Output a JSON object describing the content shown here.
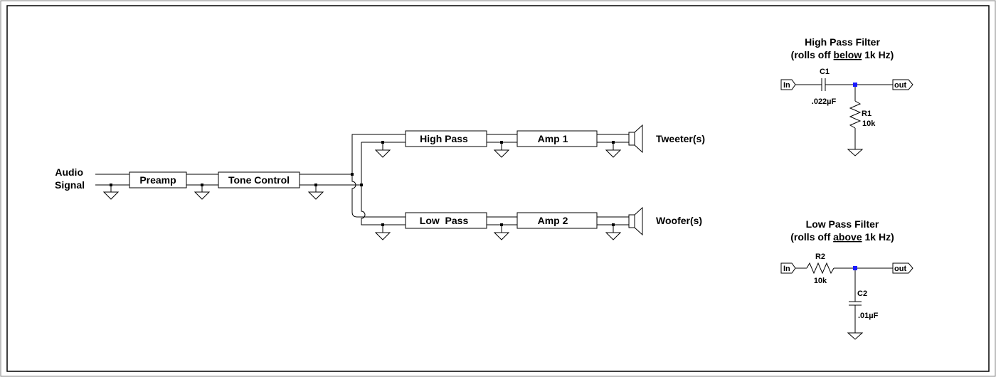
{
  "input": {
    "line1": "Audio",
    "line2": "Signal"
  },
  "blocks": {
    "preamp": "Preamp",
    "tone_control": "Tone Control",
    "high_pass": "High Pass",
    "amp1": "Amp 1",
    "low_pass": "Low  Pass",
    "amp2": "Amp 2"
  },
  "outputs": {
    "tweeter": "Tweeter(s)",
    "woofer": "Woofer(s)"
  },
  "high_pass_filter": {
    "title": "High Pass Filter",
    "subtitle_pre": "(rolls off ",
    "subtitle_em": "below",
    "subtitle_post": " 1k Hz)",
    "in_port": "In",
    "out_port": "out",
    "cap_name": "C1",
    "cap_value": ".022µF",
    "res_name": "R1",
    "res_value": "10k"
  },
  "low_pass_filter": {
    "title": "Low Pass Filter",
    "subtitle_pre": "(rolls off ",
    "subtitle_em": "above",
    "subtitle_post": " 1k Hz)",
    "in_port": "In",
    "out_port": "out",
    "res_name": "R2",
    "res_value": "10k",
    "cap_name": "C2",
    "cap_value": ".01µF"
  },
  "colors": {
    "wire": "#000000",
    "junction": "#000000",
    "node": "#1a1aff",
    "frame": "#000000"
  }
}
